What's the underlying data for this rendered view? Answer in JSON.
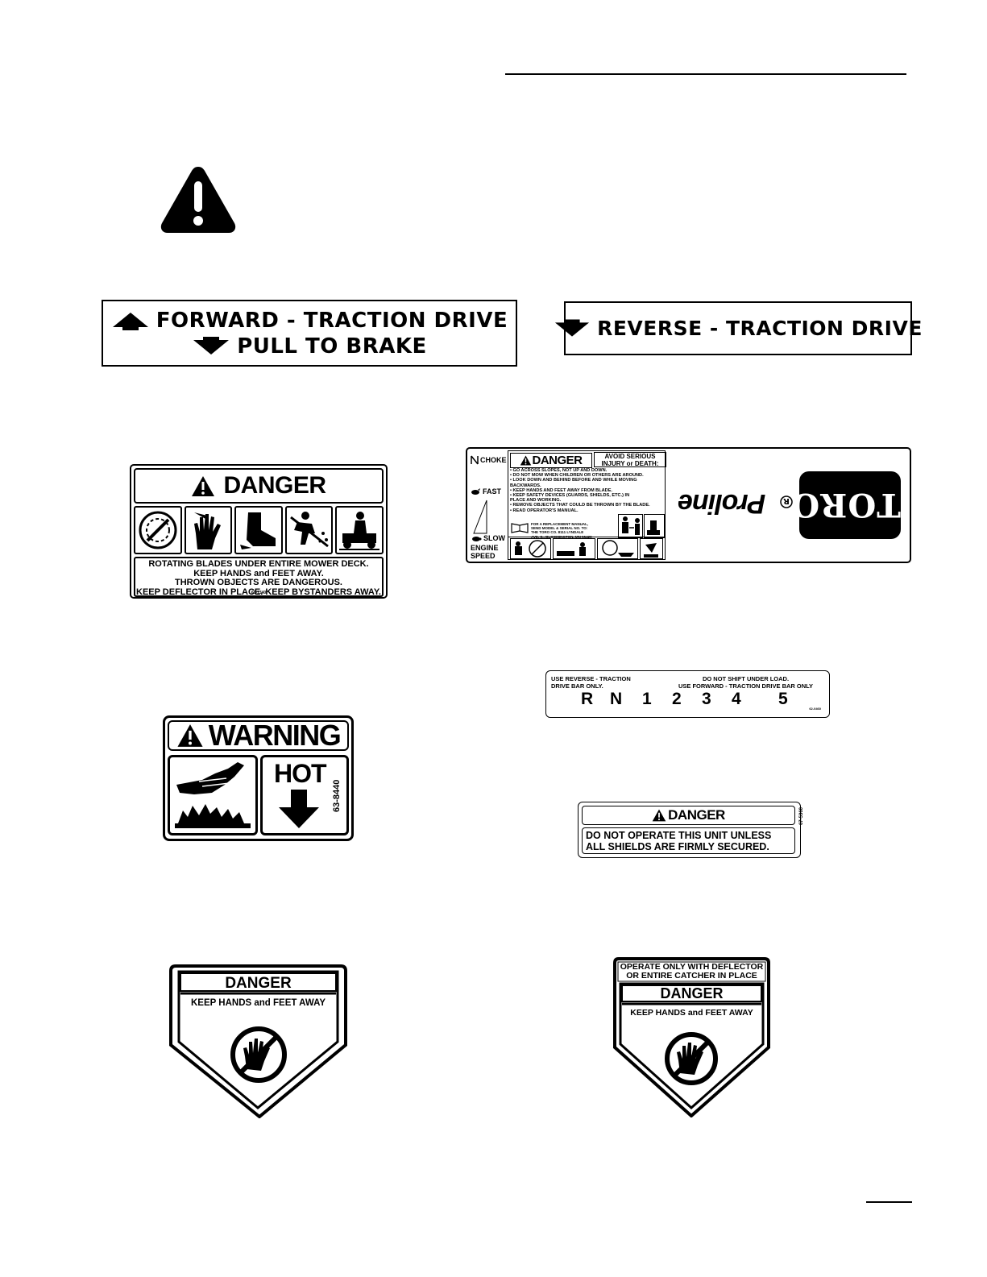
{
  "decal_traction_forward": {
    "line1": "FORWARD - TRACTION DRIVE",
    "line2": "PULL TO BRAKE"
  },
  "decal_traction_reverse": {
    "line1": "REVERSE - TRACTION DRIVE"
  },
  "decal_danger_blades": {
    "header": "DANGER",
    "lines": [
      "ROTATING BLADES UNDER ENTIRE MOWER DECK.",
      "KEEP HANDS and FEET AWAY.",
      "THROWN OBJECTS ARE DANGEROUS.",
      "KEEP DEFLECTOR IN PLACE. KEEP BYSTANDERS AWAY."
    ],
    "code": "66-1340"
  },
  "decal_proline": {
    "choke": "CHOKE",
    "fast": "FAST",
    "slow": "SLOW",
    "engine": "ENGINE",
    "speed": "SPEED",
    "danger": "DANGER",
    "avoid": "AVOID SERIOUS INJURY or DEATH:",
    "rules": [
      "• GO ACROSS SLOPES, NOT UP AND DOWN.",
      "• DO NOT MOW WHEN CHILDREN OR OTHERS ARE AROUND.",
      "• LOOK DOWN AND BEHIND BEFORE AND WHILE MOVING",
      "  BACKWARDS.",
      "• KEEP HANDS AND FEET AWAY FROM BLADE.",
      "• KEEP SAFETY DEVICES (GUARDS, SHIELDS, ETC.) IN",
      "  PLACE AND WORKING.",
      "• REMOVE OBJECTS THAT COULD BE THROWN BY THE BLADE.",
      "• READ OPERATOR'S MANUAL."
    ],
    "manual": [
      "FOR A REPLACEMENT MANUAL,",
      "SEND MODEL & SERIAL NO. TO:",
      "THE TORO CO. 8111 LYNDALE",
      "AVE. S., BLOOMINGTON, MN 55420"
    ],
    "brand_proline": "Proline",
    "brand_toro": "TORO"
  },
  "decal_gear": {
    "left_text": [
      "USE REVERSE - TRACTION",
      "DRIVE BAR ONLY."
    ],
    "right_text": [
      "DO NOT SHIFT UNDER LOAD.",
      "USE FORWARD - TRACTION DRIVE BAR ONLY"
    ],
    "gears": [
      "R",
      "N",
      "1",
      "2",
      "3",
      "4",
      "5"
    ],
    "code": "62-0460"
  },
  "decal_warning_hot": {
    "header": "WARNING",
    "hot": "HOT",
    "code": "63-8440"
  },
  "decal_danger_shields": {
    "header": "DANGER",
    "lines": [
      "DO NOT OPERATE THIS UNIT UNLESS",
      "ALL SHIELDS ARE FIRMLY SECURED."
    ],
    "code": "67-5360"
  },
  "decal_pentagon_left": {
    "header": "DANGER",
    "sub": "KEEP HANDS and FEET AWAY"
  },
  "decal_pentagon_right": {
    "top": [
      "OPERATE ONLY WITH DEFLECTOR",
      "OR ENTIRE CATCHER IN PLACE"
    ],
    "header": "DANGER",
    "sub": "KEEP HANDS and FEET AWAY"
  }
}
